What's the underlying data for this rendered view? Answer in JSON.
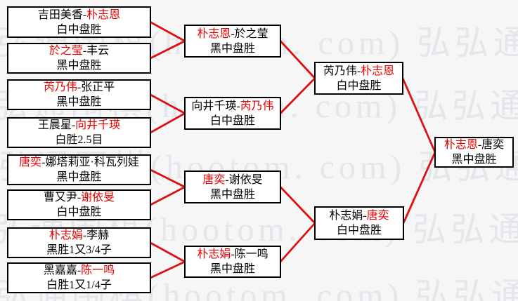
{
  "colors": {
    "line": "#dd1111",
    "winner_text": "#e60000",
    "text": "#000000",
    "box_border": "#000000",
    "box_bg": "#ffffff",
    "page_bg": "#f6f6f7",
    "watermark": "#e3e6ea"
  },
  "watermark": {
    "text": "弘通围棋(hootom. com)"
  },
  "bracket": {
    "dash": "-",
    "round1": [
      {
        "left": "吉田美香",
        "right": "朴志恩",
        "red": "right",
        "result": "白中盘胜"
      },
      {
        "left": "於之莹",
        "right": "丰云",
        "red": "left",
        "result": "黑中盘胜"
      },
      {
        "left": "芮乃伟",
        "right": "张正平",
        "red": "left",
        "result": "黑中盘胜"
      },
      {
        "left": "王晨星",
        "right": "向井千瑛",
        "red": "right",
        "result": "白胜2.5目"
      },
      {
        "left": "唐奕",
        "right": "娜塔莉亚·科瓦列娃",
        "red": "left",
        "result": "黑中盘胜"
      },
      {
        "left": "曹又尹",
        "right": "谢依旻",
        "red": "right",
        "result": "白中盘胜"
      },
      {
        "left": "朴志娟",
        "right": "李赫",
        "red": "left",
        "result": "黑胜1又3/4子"
      },
      {
        "left": "黑嘉嘉",
        "right": "陈一鸣",
        "red": "right",
        "result": "白胜1又1/4子"
      }
    ],
    "round2": [
      {
        "left": "朴志恩",
        "right": "於之莹",
        "red": "left",
        "result": "黑中盘胜"
      },
      {
        "left": "向井千瑛",
        "right": "芮乃伟",
        "red": "right",
        "result": "白中盘胜"
      },
      {
        "left": "唐奕",
        "right": "谢依旻",
        "red": "left",
        "result": "黑中盘胜"
      },
      {
        "left": "朴志娟",
        "right": "陈一鸣",
        "red": "left",
        "result": "黑中盘胜"
      }
    ],
    "semifinals": [
      {
        "left": "芮乃伟",
        "right": "朴志恩",
        "red": "right",
        "result": "白中盘胜"
      },
      {
        "left": "朴志娟",
        "right": "唐奕",
        "red": "right",
        "result": "白中盘胜"
      }
    ],
    "final": [
      {
        "left": "朴志恩",
        "right": "唐奕",
        "red": "left",
        "result": "黑中盘胜"
      }
    ]
  }
}
